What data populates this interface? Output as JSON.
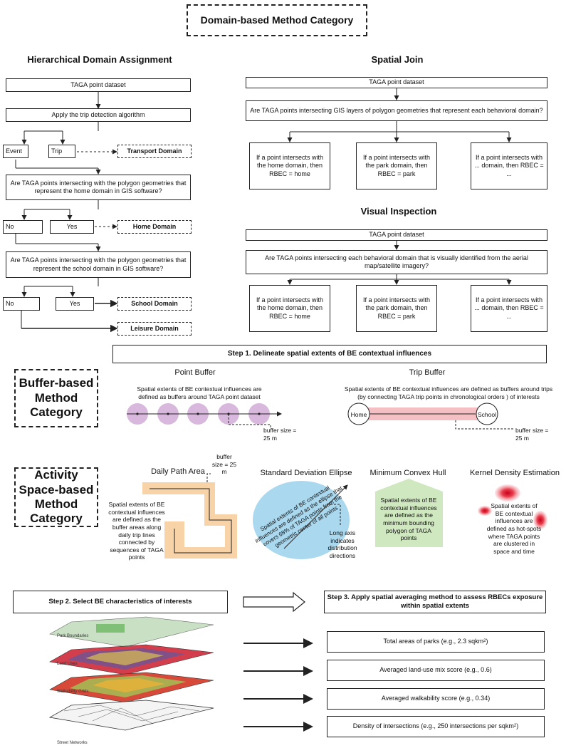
{
  "header": {
    "title": "Domain-based Method Category"
  },
  "hierarchical": {
    "title": "Hierarchical Domain Assignment",
    "dataset": "TAGA point dataset",
    "trip_detection": "Apply the trip detection algorithm",
    "event": "Event",
    "trip": "Trip",
    "transport_domain": "Transport Domain",
    "home_question": "Are TAGA points intersecting with the polygon geometries that represent the home domain in GIS software?",
    "no1": "No",
    "yes1": "Yes",
    "home_domain": "Home Domain",
    "school_question": "Are TAGA points intersecting with the polygon geometries that represent the school domain in GIS software?",
    "no2": "No",
    "yes2": "Yes",
    "school_domain": "School Domain",
    "leisure_domain": "Leisure Domain"
  },
  "spatial_join": {
    "title": "Spatial Join",
    "dataset": "TAGA point dataset",
    "question": "Are TAGA points intersecting GIS layers of polygon geometries that represent each behavioral domain?",
    "out1": "If a point intersects with the home domain, then RBEC = home",
    "out2": "If a point intersects with the park domain, then RBEC = park",
    "out3": "If a point intersects with ... domain, then RBEC = ..."
  },
  "visual_inspection": {
    "title": "Visual Inspection",
    "dataset": "TAGA point dataset",
    "question": "Are TAGA points intersecting each behavioral domain that is visually identified from the aerial map/satellite imagery?",
    "out1": "If a point intersects with the home domain, then RBEC = home",
    "out2": "If a point intersects with the park domain, then RBEC = park",
    "out3": "If a point intersects with ... domain, then RBEC = ..."
  },
  "step1": {
    "label": "Step 1. Delineate spatial extents of BE contextual influences"
  },
  "buffer": {
    "category": "Buffer-based Method Category",
    "point_title": "Point Buffer",
    "point_desc": "Spatial extents of BE contextual influences are defined as buffers around TAGA point dataset",
    "point_size": "buffer size = 25 m",
    "trip_title": "Trip Buffer",
    "trip_desc": "Spatial extents of BE contextual influences are defined as buffers around trips (by connecting TAGA trip points in chronological orders ) of interests",
    "home": "Home",
    "school": "School",
    "trip_size": "buffer size = 25 m"
  },
  "activity": {
    "category": "Activity Space-based Method Category",
    "dpa_title": "Daily Path Area",
    "dpa_size": "buffer size = 25 m",
    "dpa_desc": "Spatial extents of BE contextual influences are defined as the buffer areas along daily trip lines connected by sequences of TAGA points",
    "sde_title": "Standard Deviation Ellipse",
    "sde_desc": "Spatial extents of BE contextual influences are defined as the ellipse that covers 68% of TAGA points from the geometric center of all points",
    "sde_note": "Long axis indicates distribution directions",
    "mch_title": "Minimum Convex Hull",
    "mch_desc": "Spatial extents of BE contextual influences are defined as the minimum bounding polygon of TAGA points",
    "kde_title": "Kernel Density Estimation",
    "kde_desc": "Spatial extents of BE contextual influences are defined as hot-spots where TAGA points are clustered in space and time"
  },
  "step2": {
    "label": "Step 2. Select BE characteristics of interests"
  },
  "step3": {
    "label": "Step 3. Apply spatial averaging method to assess RBECs exposure within spatial extents"
  },
  "layers": {
    "park": "Park Boundaries",
    "landuse": "Land Uses",
    "walk": "Walkability Grids",
    "street": "Street Networks"
  },
  "results": {
    "r1": "Total areas of parks (e.g., 2.3 sqkm",
    "r1_sup": "2",
    "r1_end": ")",
    "r2": "Averaged land-use mix score (e.g., 0.6)",
    "r3": "Averaged walkability score (e.g., 0.34)",
    "r4": "Density of intersections (e.g., 250 intersections per sqkm",
    "r4_sup": "2",
    "r4_end": ")"
  },
  "colors": {
    "purple_buffer": "#d9b8de",
    "pink_trip": "#f4c0c4",
    "orange_path": "#f8d3a8",
    "blue_ellipse": "#a9d8ef",
    "green_hull": "#cfe8bf",
    "red_kde": "#e02030"
  }
}
